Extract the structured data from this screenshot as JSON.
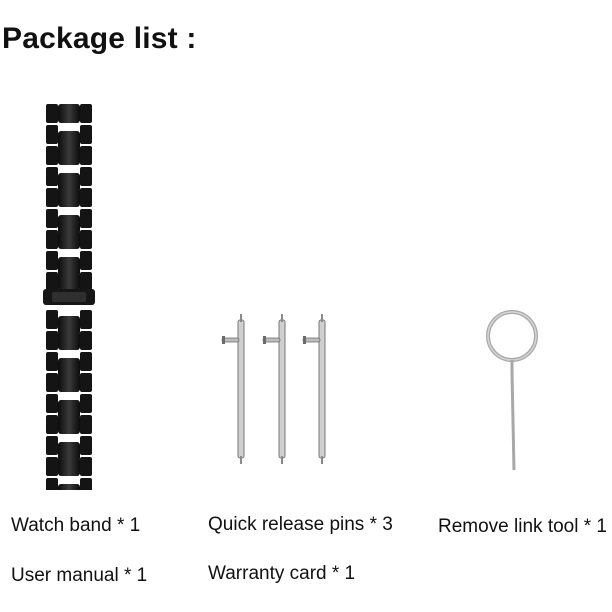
{
  "page": {
    "title": "Package list :"
  },
  "items": {
    "watch_band": "Watch band * 1",
    "quick_release_pins": "Quick release pins * 3",
    "remove_link_tool": "Remove link tool * 1",
    "user_manual": "User manual * 1",
    "warranty_card": "Warranty card * 1"
  },
  "images": {
    "watch_band": "metal-link-watch-strap",
    "pins": "quick-release-spring-bars",
    "tool": "ring-pull-link-removal-tool"
  },
  "colors": {
    "background": "#ffffff",
    "text": "#111111",
    "strap": "#1a1a1a",
    "metal": "#b8b8b8"
  }
}
